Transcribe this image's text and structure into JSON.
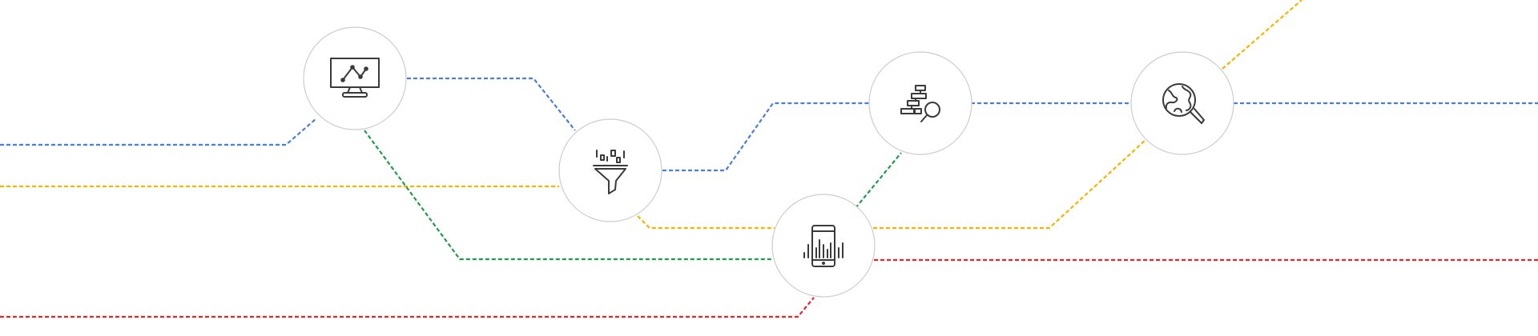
{
  "colors": {
    "blue": "#4a7fd8",
    "yellow": "#f4b400",
    "green": "#1e9c4a",
    "red": "#e8232a",
    "node_border": "#cccccc",
    "icon_stroke": "#3a3a3a"
  },
  "lines": [
    {
      "name": "blue-line",
      "color": "blue"
    },
    {
      "name": "yellow-line",
      "color": "yellow"
    },
    {
      "name": "green-line",
      "color": "green"
    },
    {
      "name": "red-line",
      "color": "red"
    }
  ],
  "nodes": [
    {
      "name": "monitor-analytics-node",
      "icon": "monitor-analytics-icon"
    },
    {
      "name": "data-funnel-node",
      "icon": "data-funnel-icon"
    },
    {
      "name": "mobile-analytics-node",
      "icon": "mobile-analytics-icon"
    },
    {
      "name": "hierarchy-search-node",
      "icon": "hierarchy-search-icon"
    },
    {
      "name": "global-search-node",
      "icon": "globe-search-icon"
    }
  ]
}
